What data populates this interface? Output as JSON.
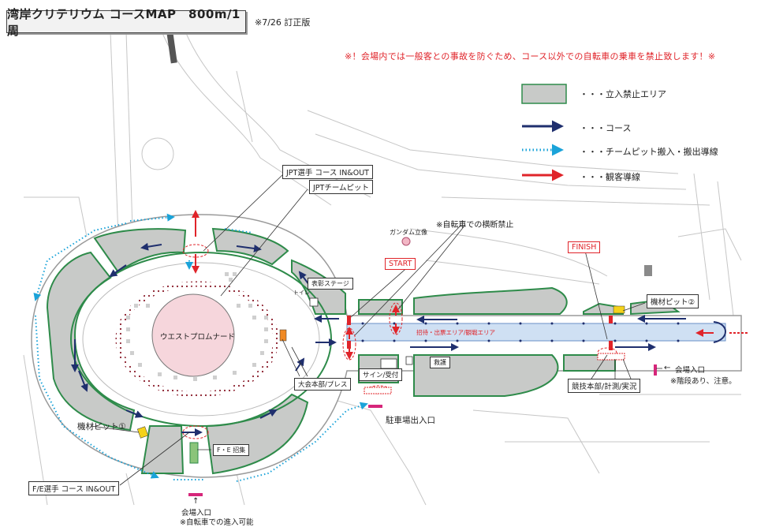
{
  "title": "湾岸クリテリウム コースMAP　800m/1周",
  "title_note": "※7/26 訂正版",
  "warning": "※！会場内では一般客との事故を防ぐため、コース以外での自転車の乗車を禁止致します！※",
  "legend": {
    "restricted": "・・・立入禁止エリア",
    "course": "・・・コース",
    "team_pit": "・・・チームピット搬入・搬出導線",
    "spectator": "・・・観客導線"
  },
  "labels": {
    "jpt_course": "JPT選手 コース IN&OUT",
    "jpt_pit": "JPTチームピット",
    "gundam": "ガンダム立像",
    "no_crossing": "※自転車での横断禁止",
    "start": "START",
    "finish": "FINISH",
    "stage": "表彰ステージ",
    "toilet": "トイレ",
    "west_promenade": "ウエストプロムナード",
    "hq_press": "大会本部/プレス",
    "sign_reception": "サイン/受付",
    "first_aid": "救護",
    "spectator_area": "招待・出票エリア/観戦エリア",
    "equipment_pit_1": "機材ピット①",
    "equipment_pit_2": "機材ピット②",
    "fe_assembly": "F・E 招集",
    "fe_course": "F/E選手 コース IN&OUT",
    "parking": "駐車場出入口",
    "venue_entrance_bottom": "会場入口",
    "entry_note": "※自転車での進入可能",
    "venue_entrance_right": "会場入口",
    "steps_note": "※階段あり、注意。",
    "officials": "競技本部/計測/実況"
  },
  "colors": {
    "restricted_fill": "#c8cac8",
    "restricted_border": "#2e8b4a",
    "course_arrow": "#1f2f6e",
    "pit_route": "#1aa3d9",
    "spectator_route": "#e0242a",
    "promenade_fill": "#f6d6dc",
    "spectator_area_fill": "#cfe0f3",
    "pit_marker": "#f4d21a",
    "entrance_marker": "#d6267a"
  }
}
